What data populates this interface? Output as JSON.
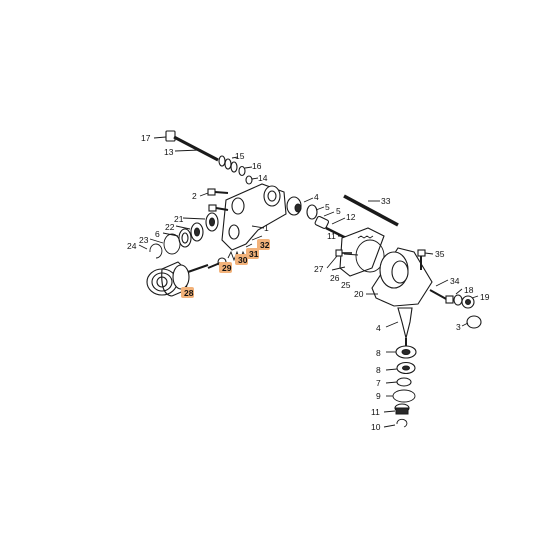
{
  "colors": {
    "highlight": "#f2b27a",
    "line": "#1a1a1a"
  },
  "labels": {
    "l17": "17",
    "l13": "13",
    "l15": "15",
    "l16": "16",
    "l14": "14",
    "l2": "2",
    "l1": "1",
    "l21": "21",
    "l22": "22",
    "l6": "6",
    "l23": "23",
    "l24": "24",
    "l29": "29",
    "l30": "30",
    "l31": "31",
    "l32": "32",
    "l28": "28",
    "l4a": "4",
    "l5a": "5",
    "l5b": "5",
    "l33": "33",
    "l12": "12",
    "l11a": "11",
    "l27": "27",
    "l26": "26",
    "l25": "25",
    "l20": "20",
    "l35": "35",
    "l34": "34",
    "l18": "18",
    "l19": "19",
    "l3": "3",
    "l4b": "4",
    "l8a": "8",
    "l8b": "8",
    "l7": "7",
    "l9": "9",
    "l11b": "11",
    "l10": "10"
  }
}
